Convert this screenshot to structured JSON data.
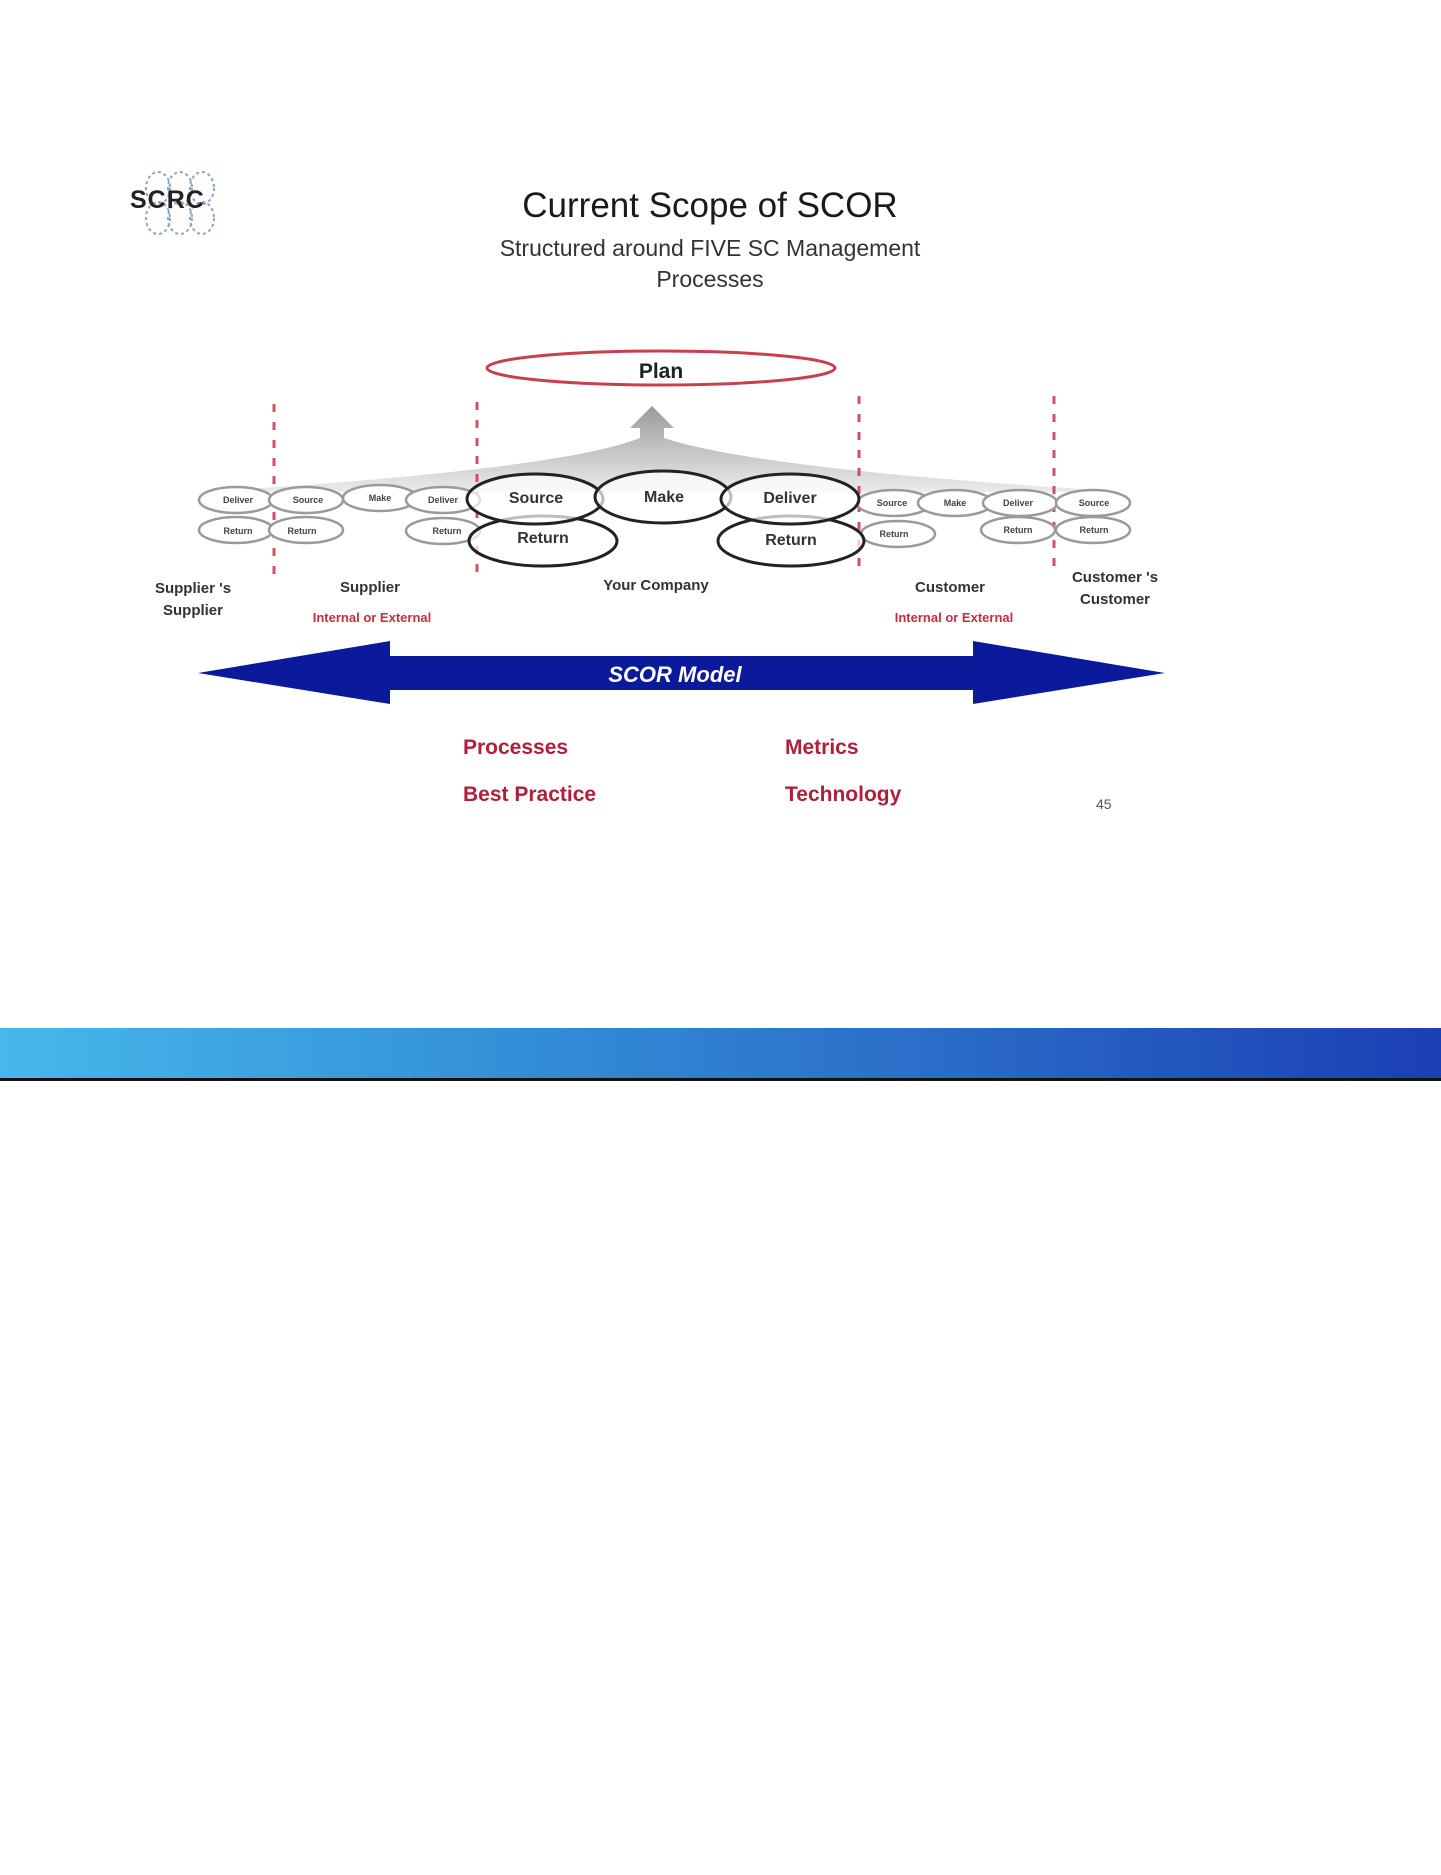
{
  "slide": {
    "title": "Current Scope of SCOR",
    "subtitle_line1": "Structured around FIVE SC Management",
    "subtitle_line2": "Processes",
    "logo_text": "SCRC",
    "page_number": "45"
  },
  "diagram": {
    "plan_label": "Plan",
    "core_processes": {
      "source": "Source",
      "make": "Make",
      "deliver": "Deliver",
      "return_source": "Return",
      "return_deliver": "Return"
    },
    "small_processes": {
      "deliver": "Deliver",
      "source": "Source",
      "make": "Make",
      "return": "Return"
    },
    "entities": [
      {
        "line1": "Supplier 's",
        "line2": "Supplier",
        "note": ""
      },
      {
        "line1": "Supplier",
        "line2": "",
        "note": "Internal or External"
      },
      {
        "line1": "Your Company",
        "line2": "",
        "note": ""
      },
      {
        "line1": "Customer",
        "line2": "",
        "note": "Internal or External"
      },
      {
        "line1": "Customer 's",
        "line2": "Customer",
        "note": ""
      }
    ],
    "arrow_label": "SCOR Model",
    "scope_terms": [
      "Processes",
      "Metrics",
      "Best Practice",
      "Technology"
    ]
  },
  "colors": {
    "arrow": "#0b1a9a",
    "plan_outline": "#c8404f",
    "divider": "#d2505f",
    "term_text": "#b0203a"
  }
}
